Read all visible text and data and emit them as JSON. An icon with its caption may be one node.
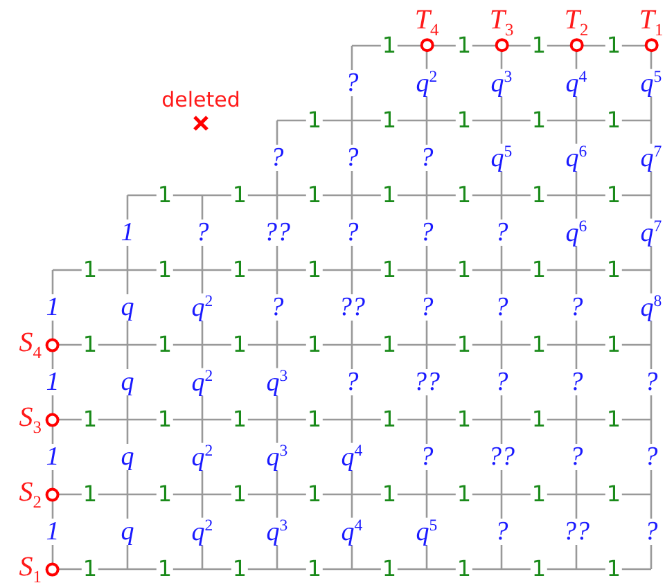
{
  "diagram": {
    "nodes": [
      {
        "text": [
          "T$_{4}$"
        ]
      },
      {
        "text": [
          "T$_{3}$"
        ]
      },
      {
        "text": [
          "T$_{2}$"
        ]
      },
      {
        "text": [
          "T$_{1}$"
        ]
      },
      {
        "text": [
          "S$_{4}$"
        ]
      },
      {
        "text": [
          "S$_{3}$"
        ]
      },
      {
        "text": [
          "S$_{2}$"
        ]
      },
      {
        "text": [
          "S$_{1}$"
        ]
      }
    ],
    "labels": [
      "1",
      "1",
      "1",
      "1",
      "?",
      "q$^{2}$",
      "q$^{3}$",
      "q$^{4}$",
      "q$^{5}$",
      "deleted",
      "1",
      "1",
      "1",
      "1",
      "1",
      "?",
      "?",
      "?",
      "q$^{5}$",
      "q$^{6}$",
      "q$^{7}$",
      "1",
      "1",
      "1",
      "1",
      "1",
      "1",
      "1",
      "1",
      "?",
      "??",
      "?",
      "?",
      "?",
      "q$^{6}$",
      "q$^{7}$",
      "1",
      "1",
      "1",
      "1",
      "1",
      "1",
      "1",
      "1",
      "1",
      "q",
      "q$^{2}$",
      "?",
      "??",
      "?",
      "?",
      "?",
      "q$^{8}$",
      "1",
      "1",
      "1",
      "1",
      "1",
      "1",
      "1",
      "1",
      "1",
      "q",
      "q$^{2}$",
      "q$^{3}$",
      "?",
      "??",
      "?",
      "?",
      "?",
      "1",
      "1",
      "1",
      "1",
      "1",
      "1",
      "1",
      "1",
      "1",
      "q",
      "q$^{2}$",
      "q$^{3}$",
      "q$^{4}$",
      "?",
      "??",
      "?",
      "?",
      "1",
      "1",
      "1",
      "1",
      "1",
      "1",
      "1",
      "1",
      "1",
      "q",
      "q$^{2}$",
      "q$^{3}$",
      "q$^{4}$",
      "q$^{5}$",
      "?",
      "??",
      "?",
      "1",
      "1",
      "1",
      "1",
      "1",
      "1",
      "1",
      "1"
    ]
  }
}
